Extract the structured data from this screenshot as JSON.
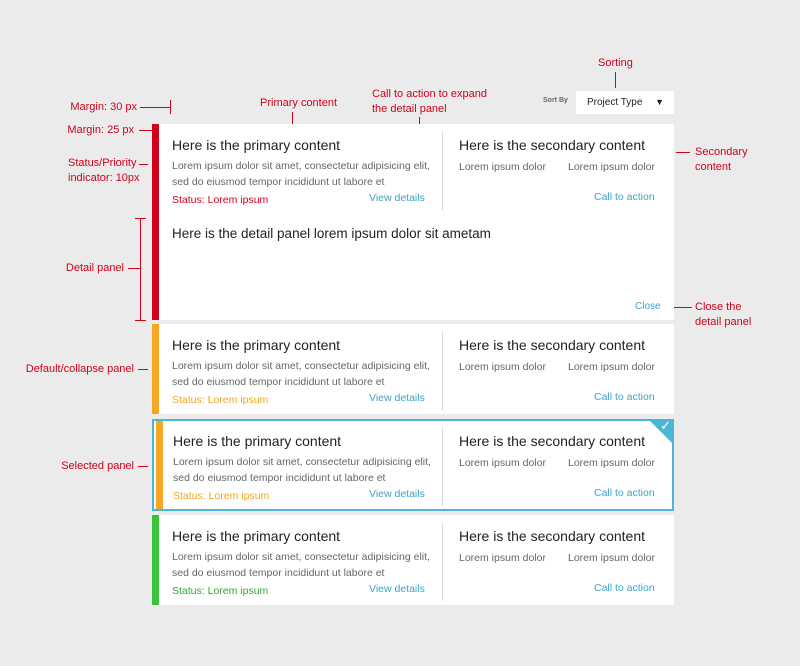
{
  "annotations": {
    "margin_30": "Margin: 30 px",
    "margin_25": "Margin: 25 px",
    "status_indicator": "Status/Priority indicator: 10px",
    "detail_panel": "Detail panel",
    "default_collapse": "Default/collapse panel",
    "selected_panel": "Selected panel",
    "primary_content": "Primary content",
    "call_to_action_expand": "Call to action to expand the detail panel",
    "sorting": "Sorting",
    "secondary_content": "Secondary content",
    "close_detail": "Close the detail panel"
  },
  "sort": {
    "label": "Sort By",
    "value": "Project Type"
  },
  "panels": [
    {
      "primary_title": "Here is the primary content",
      "primary_desc": "Lorem ipsum dolor sit amet, consectetur adipisicing elit, sed do eiusmod tempor incididunt ut labore et",
      "status": "Status: Lorem ipsum",
      "view": "View details",
      "secondary_title": "Here is the secondary content",
      "secondary_a": "Lorem ipsum dolor",
      "secondary_b": "Lorem ipsum dolor",
      "cta": "Call to action",
      "detail_title": "Here is the detail panel lorem ipsum dolor sit ametam",
      "close": "Close",
      "status_color": "#d0021b"
    },
    {
      "primary_title": "Here is the primary content",
      "primary_desc": "Lorem ipsum dolor sit amet, consectetur adipisicing elit, sed do eiusmod tempor incididunt ut labore et",
      "status": "Status: Lorem ipsum",
      "view": "View details",
      "secondary_title": "Here is the secondary content",
      "secondary_a": "Lorem ipsum dolor",
      "secondary_b": "Lorem ipsum dolor",
      "cta": "Call to action",
      "status_color": "#f5a623"
    },
    {
      "primary_title": "Here is the primary content",
      "primary_desc": "Lorem ipsum dolor sit amet, consectetur adipisicing elit, sed do eiusmod tempor incididunt ut labore et",
      "status": "Status: Lorem ipsum",
      "view": "View details",
      "secondary_title": "Here is the secondary content",
      "secondary_a": "Lorem ipsum dolor",
      "secondary_b": "Lorem ipsum dolor",
      "cta": "Call to action",
      "status_color": "#f5a623",
      "selected": true
    },
    {
      "primary_title": "Here is the primary content",
      "primary_desc": "Lorem ipsum dolor sit amet, consectetur adipisicing elit, sed do eiusmod tempor incididunt ut labore et",
      "status": "Status: Lorem ipsum",
      "view": "View details",
      "secondary_title": "Here is the secondary content",
      "secondary_a": "Lorem ipsum dolor",
      "secondary_b": "Lorem ipsum dolor",
      "cta": "Call to action",
      "status_color": "#3ac43a"
    }
  ],
  "colors": {
    "annotation": "#d0021b",
    "link": "#3ea3c8",
    "selected_border": "#4ab7d6",
    "red": "#d0021b",
    "orange": "#f5a623",
    "green": "#3ac43a"
  },
  "icons": {
    "selected_check": "checkmark-icon",
    "sort_chevron": "chevron-down-icon"
  }
}
